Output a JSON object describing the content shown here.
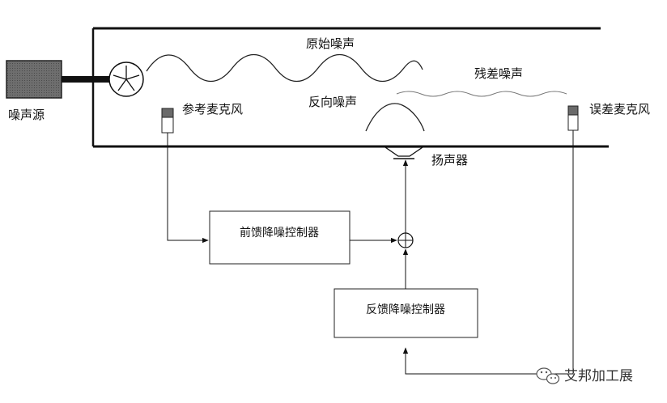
{
  "labels": {
    "noise_source": "噪声源",
    "original_noise": "原始噪声",
    "anti_noise": "反向噪声",
    "residual_noise": "残差噪声",
    "reference_mic": "参考麦克风",
    "error_mic": "误差麦克风",
    "speaker": "扬声器",
    "feedforward_controller": "前馈降噪控制器",
    "feedback_controller": "反馈降噪控制器"
  },
  "watermark": {
    "text": "艾邦加工展",
    "icon": "wechat-icon"
  },
  "colors": {
    "line": "#111111",
    "noise_source_fill": "#6e6e6e",
    "wave": "#222222",
    "residual_wave": "#777777"
  }
}
